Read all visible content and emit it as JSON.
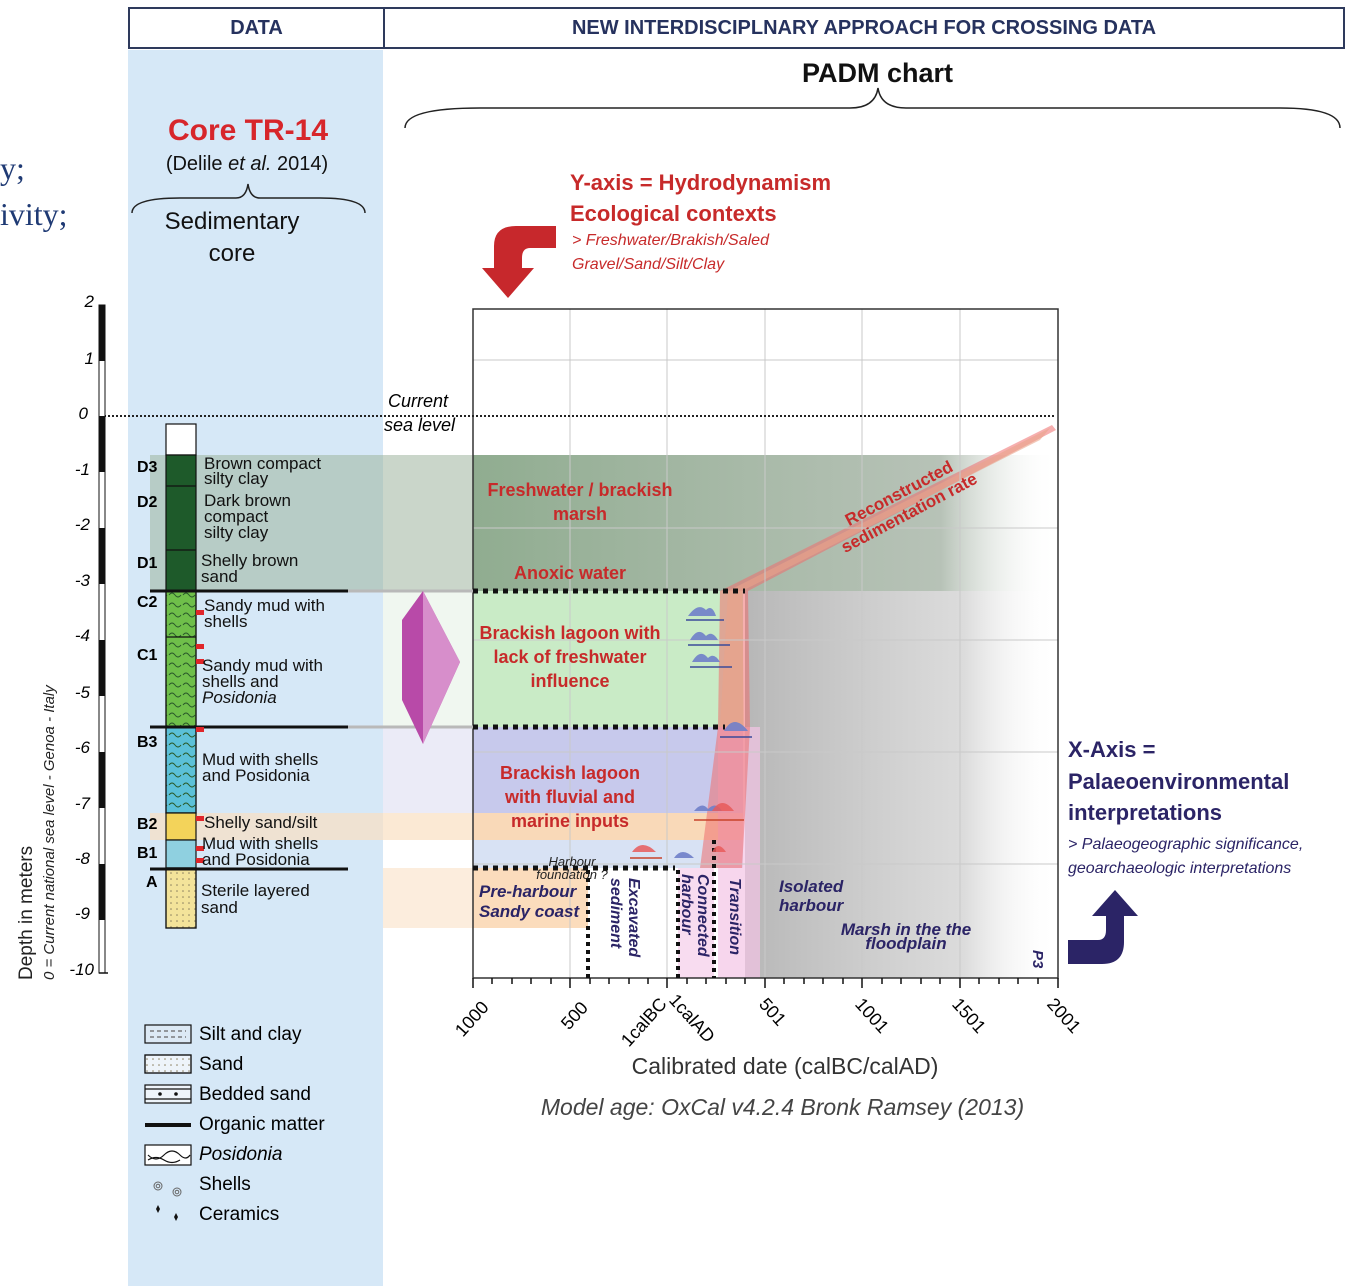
{
  "header": {
    "data_label": "DATA",
    "approach_label": "NEW INTERDISCIPLNARY APPROACH FOR CROSSING DATA"
  },
  "padm": {
    "title": "PADM chart"
  },
  "left_fragment": {
    "line1": "y;",
    "line2": "ivity;"
  },
  "core": {
    "name": "Core TR-14",
    "ref_prefix": "(Delile ",
    "ref_etal": "et al.",
    "ref_suffix": " 2014)",
    "caption_line1": "Sedimentary",
    "caption_line2": "core"
  },
  "depth_axis": {
    "label": "Depth in meters",
    "sublabel": "0 = Current national sea level - Genoa - Italy",
    "ticks": [
      "2",
      "1",
      "0",
      "-1",
      "-2",
      "-3",
      "-4",
      "-5",
      "-6",
      "-7",
      "-8",
      "-9",
      "-10"
    ]
  },
  "sea_level": {
    "line1": "Current",
    "line2": "sea level"
  },
  "units": [
    {
      "code": "D3",
      "desc": [
        "Brown compact",
        "silty clay"
      ]
    },
    {
      "code": "D2",
      "desc": [
        "Dark brown",
        "compact",
        "silty clay"
      ]
    },
    {
      "code": "D1",
      "desc": [
        "Shelly brown",
        "sand"
      ]
    },
    {
      "code": "C2",
      "desc": [
        "Sandy mud with",
        "shells"
      ]
    },
    {
      "code": "C1",
      "desc": [
        "Sandy mud with",
        "shells and",
        "Posidonia"
      ]
    },
    {
      "code": "B3",
      "desc": [
        "Mud with shells",
        "and Posidonia"
      ]
    },
    {
      "code": "B2",
      "desc": [
        "Shelly sand/silt"
      ]
    },
    {
      "code": "B1",
      "desc": [
        "Mud with shells",
        "and Posidonia"
      ]
    },
    {
      "code": "A",
      "desc": [
        "Sterile layered",
        "sand"
      ]
    }
  ],
  "y_axis_note": {
    "title1": "Y-axis = Hydrodynamism",
    "title2": "Ecological contexts",
    "sub1": "> Freshwater/Brakish/Saled",
    "sub2": "Gravel/Sand/Silt/Clay"
  },
  "x_axis_note": {
    "title1": "X-Axis =",
    "title2": "Palaeoenvironmental",
    "title3": "interpretations",
    "sub1": "> Palaeogeographic significance,",
    "sub2": "geoarchaeologic interpretations"
  },
  "interpretations": {
    "marsh1": "Freshwater / brackish",
    "marsh2": "marsh",
    "anoxic": "Anoxic water",
    "lagoon1_1": "Brackish lagoon with",
    "lagoon1_2": "lack of freshwater",
    "lagoon1_3": "influence",
    "lagoon2_1": "Brackish lagoon",
    "lagoon2_2": "with fluvial and",
    "lagoon2_3": "marine inputs",
    "sed_rate1": "Reconstructed",
    "sed_rate2": "sedimentation rate"
  },
  "phases": {
    "pre_harbour1": "Pre-harbour",
    "pre_harbour2": "Sandy coast",
    "harbour_foundation1": "Harbour",
    "harbour_foundation2": "foundation ?",
    "excavated1": "Excavated",
    "excavated2": "sediment",
    "connected1": "Connected",
    "connected2": "harbour",
    "transition": "Transition",
    "isolated1": "Isolated",
    "isolated2": "harbour",
    "marsh_floodplain1": "Marsh in the the",
    "marsh_floodplain2": "floodplain",
    "p3": "P3"
  },
  "x_axis": {
    "ticks": [
      "1000",
      "500",
      "1calBC",
      "1calAD",
      "501",
      "1001",
      "1501",
      "2001"
    ],
    "label": "Calibrated date (calBC/calAD)",
    "model": "Model age: OxCal v4.2.4 Bronk Ramsey (2013)"
  },
  "legend": [
    {
      "icon": "silt-clay-icon",
      "label": "Silt and clay"
    },
    {
      "icon": "sand-icon",
      "label": "Sand"
    },
    {
      "icon": "bedded-sand-icon",
      "label": "Bedded sand"
    },
    {
      "icon": "organic-matter-icon",
      "label": "Organic matter"
    },
    {
      "icon": "posidonia-icon",
      "label": "Posidonia"
    },
    {
      "icon": "shells-icon",
      "label": "Shells"
    },
    {
      "icon": "ceramics-icon",
      "label": "Ceramics"
    }
  ],
  "colors": {
    "data_panel": "#d6e8f7",
    "marsh": "#86a586",
    "lagoon_green": "#c9ebc6",
    "lagoon_blue": "#c7c9ec",
    "sand": "#f6d9b5",
    "interp_red": "#c72a2a",
    "navy": "#2b2466"
  }
}
